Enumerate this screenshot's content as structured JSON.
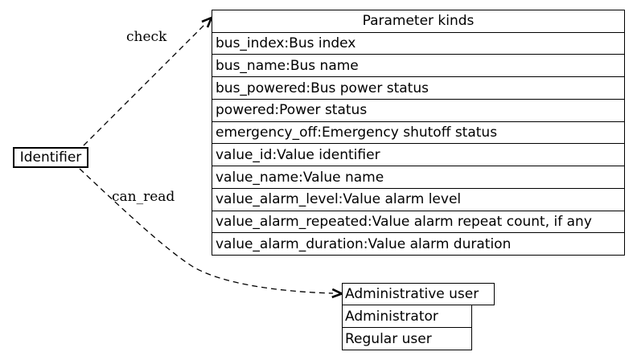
{
  "diagram": {
    "background_color": "#ffffff",
    "line_color": "#000000",
    "text_color": "#000000",
    "identifier_node": {
      "label": "Identifier"
    },
    "edges": [
      {
        "label": "check",
        "from": "Identifier",
        "to": "Parameter kinds",
        "style": "dashed-arrow"
      },
      {
        "label": "can_read",
        "from": "Identifier",
        "to": "Administrative user",
        "style": "dashed-arrow"
      }
    ],
    "parameter_table": {
      "title": "Parameter kinds",
      "rows": [
        "bus_index:Bus index",
        "bus_name:Bus name",
        "bus_powered:Bus power status",
        "powered:Power status",
        "emergency_off:Emergency shutoff status",
        "value_id:Value identifier",
        "value_name:Value name",
        "value_alarm_level:Value alarm level",
        "value_alarm_repeated:Value alarm repeat count, if any",
        "value_alarm_duration:Value alarm duration"
      ]
    },
    "admin_table": {
      "title": "Administrative user",
      "rows": [
        "Administrator",
        "Regular user"
      ]
    }
  }
}
